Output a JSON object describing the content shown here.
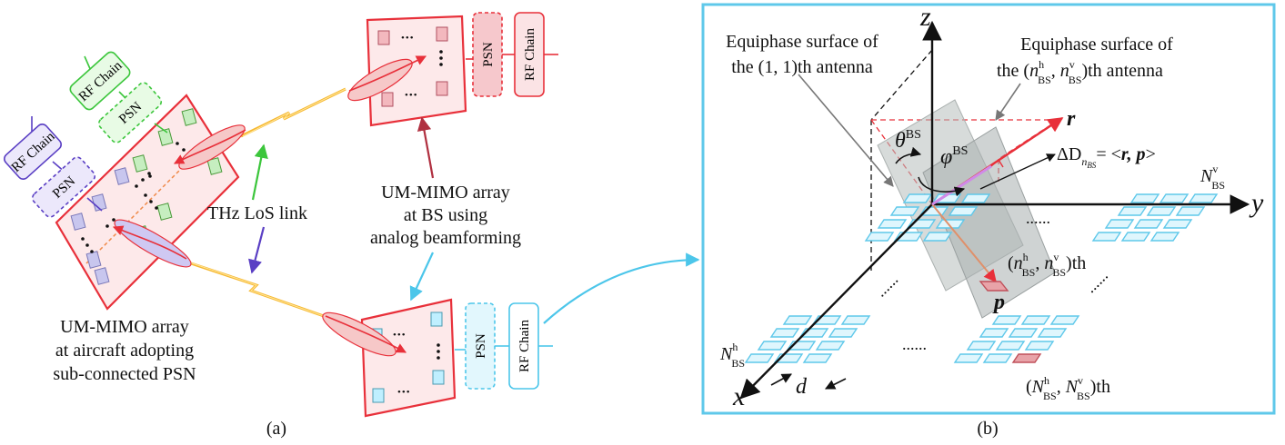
{
  "panel_a": {
    "rf_chain_label": "RF Chain",
    "psn_label": "PSN",
    "los_label": "THz LoS link",
    "aircraft_label_1": "UM-MIMO array",
    "aircraft_label_2": "at aircraft adopting",
    "aircraft_label_3": "sub-connected PSN",
    "bs_label_1": "UM-MIMO array",
    "bs_label_2": "at BS using",
    "bs_label_3": "analog beamforming",
    "ellipsis": "•••",
    "caption": "(a)"
  },
  "panel_b": {
    "axis_z": "z",
    "axis_y": "y",
    "axis_x": "x",
    "eq11_line1": "Equiphase surface of",
    "eq11_line2": "the (1, 1)th antenna",
    "eqn_line1": "Equiphase surface of",
    "eqn_line2_prefix": "the (",
    "eqn_line2_suffix": ")th antenna",
    "theta": "θ",
    "phi": "φ",
    "sup_bs": "BS",
    "r_vec": "r",
    "p_vec": "p",
    "delta_d": "ΔD",
    "delta_sub": "n",
    "delta_sub_bs": "BS",
    "delta_eq": "= <",
    "delta_rp": "r, p",
    "delta_close": ">",
    "n_sym": "N",
    "n_lower": "n",
    "sup_h": "h",
    "sup_v": "v",
    "th": "th",
    "comma": ", ",
    "paren_open": "(",
    "paren_close_th": ")th",
    "dots": "......",
    "d_label": "d",
    "caption": "(b)"
  },
  "colors": {
    "red_panel": "#e8303a",
    "panel_fill": "#fde9ea",
    "rf_purple": "#5a3fc4",
    "rf_green": "#3cc63c",
    "rf_cyan": "#4cc6ea",
    "frame_cyan": "#5fc8ea",
    "antenna_cyan": "#bfefff",
    "antenna_red": "#e8a3a8",
    "beam_yellow": "#f6b830"
  }
}
